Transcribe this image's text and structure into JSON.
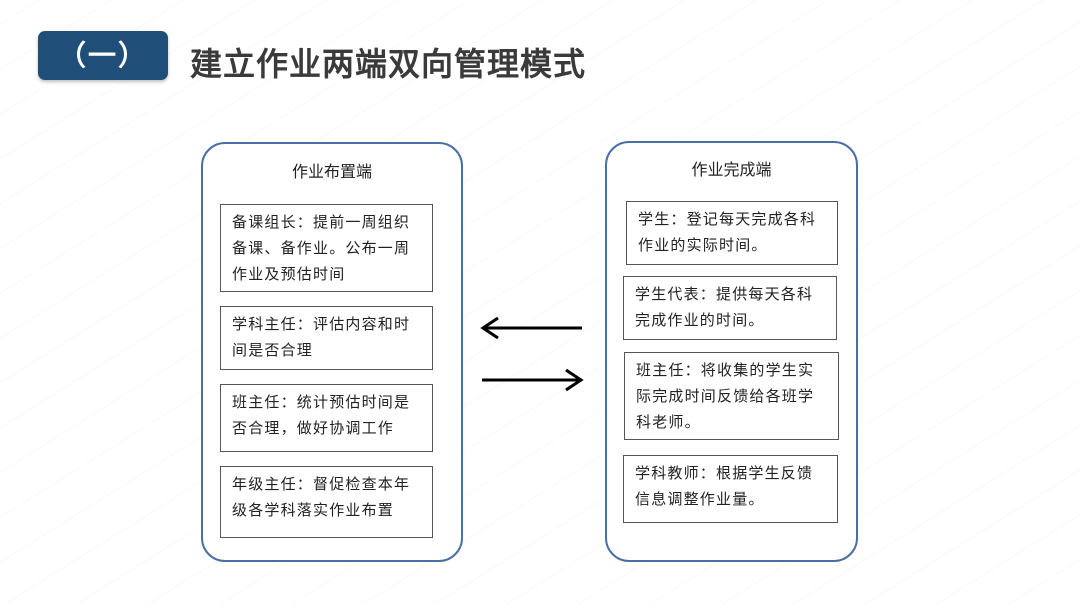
{
  "header": {
    "badge": "（一）",
    "title": "建立作业两端双向管理模式"
  },
  "left_panel": {
    "title": "作业布置端",
    "items": [
      "备课组长：提前一周组织备课、备作业。公布一周作业及预估时间",
      "学科主任：评估内容和时间是否合理",
      "班主任：统计预估时间是否合理，做好协调工作",
      "年级主任：督促检查本年级各学科落实作业布置"
    ]
  },
  "right_panel": {
    "title": "作业完成端",
    "items": [
      "学生：登记每天完成各科作业的实际时间。",
      "学生代表：提供每天各科完成作业的时间。",
      "班主任：将收集的学生实际完成时间反馈给各班学科老师。",
      "学科教师：根据学生反馈信息调整作业量。"
    ]
  },
  "colors": {
    "badge": "#1f4e79",
    "panel_border": "#4a6fa5",
    "title_text": "#3a3a3a"
  }
}
